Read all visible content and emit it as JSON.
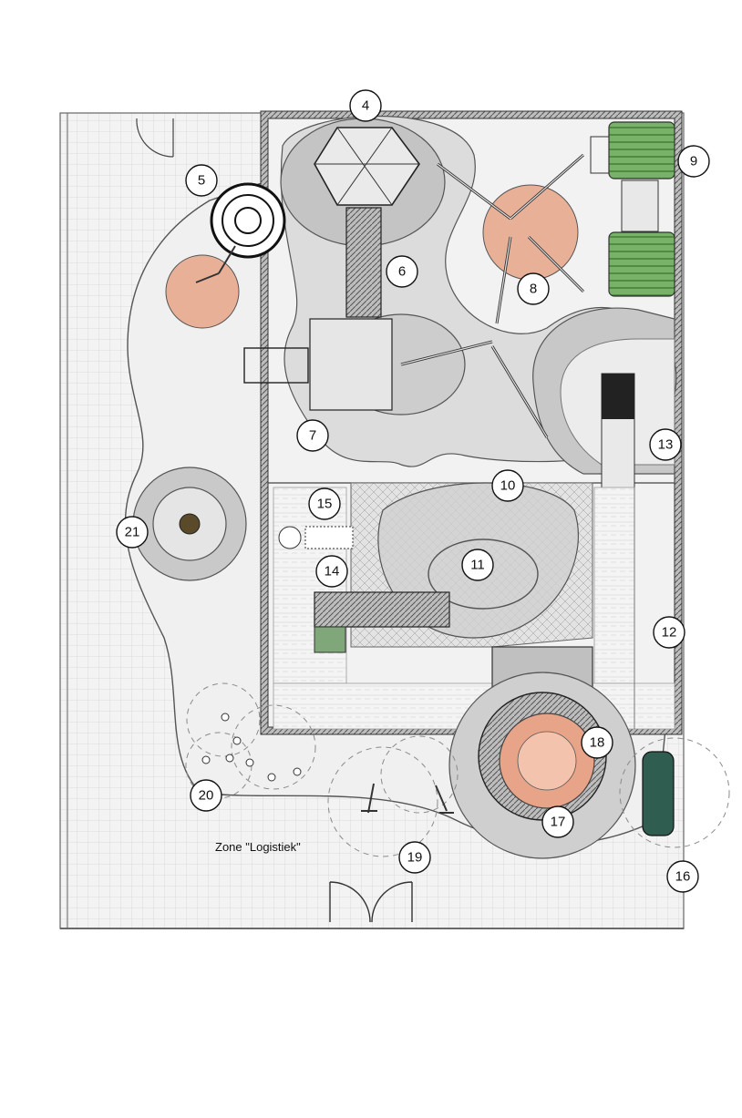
{
  "zone_label": "Zone \"Logistiek\"",
  "colors": {
    "accent_orange": "#e8a488",
    "accent_green": "#6aa35a",
    "dark_green": "#2f5d50",
    "gray_zone": "#c8c8c8",
    "wall": "#555555"
  },
  "markers": [
    {
      "id": "m4",
      "label": "4"
    },
    {
      "id": "m5",
      "label": "5"
    },
    {
      "id": "m6",
      "label": "6"
    },
    {
      "id": "m7",
      "label": "7"
    },
    {
      "id": "m8",
      "label": "8"
    },
    {
      "id": "m9",
      "label": "9"
    },
    {
      "id": "m10",
      "label": "10"
    },
    {
      "id": "m11",
      "label": "11"
    },
    {
      "id": "m12",
      "label": "12"
    },
    {
      "id": "m13",
      "label": "13"
    },
    {
      "id": "m14",
      "label": "14"
    },
    {
      "id": "m15",
      "label": "15"
    },
    {
      "id": "m16",
      "label": "16"
    },
    {
      "id": "m17",
      "label": "17"
    },
    {
      "id": "m18",
      "label": "18"
    },
    {
      "id": "m19",
      "label": "19"
    },
    {
      "id": "m20",
      "label": "20"
    },
    {
      "id": "m21",
      "label": "21"
    }
  ]
}
